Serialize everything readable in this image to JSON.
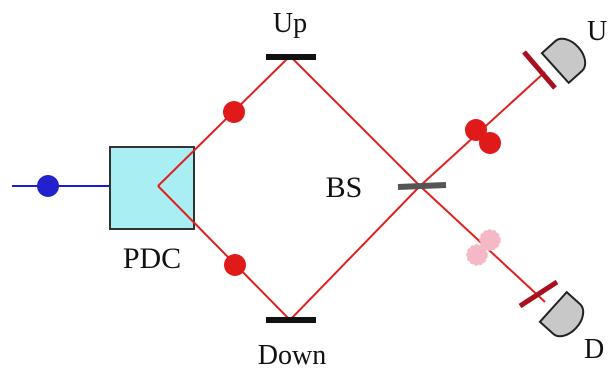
{
  "labels": {
    "up": "Up",
    "down": "Down",
    "bs": "BS",
    "pdc": "PDC",
    "detector_up": "U",
    "detector_down": "D"
  },
  "colors": {
    "beam": "#e0201c",
    "pump_beam": "#1a1ad8",
    "pump_photon": "#2222cc",
    "photon": "#e01a1a",
    "photon_ghost": "#f4b9c4",
    "crystal": "#a9eef2",
    "crystal_border": "#333333",
    "mirror": "#111111",
    "splitter": "#555555",
    "lens": "#a8101e",
    "detector": "#c8c8c8"
  },
  "icons": {
    "detector_up": "photodetector-icon",
    "detector_down": "photodetector-icon"
  }
}
